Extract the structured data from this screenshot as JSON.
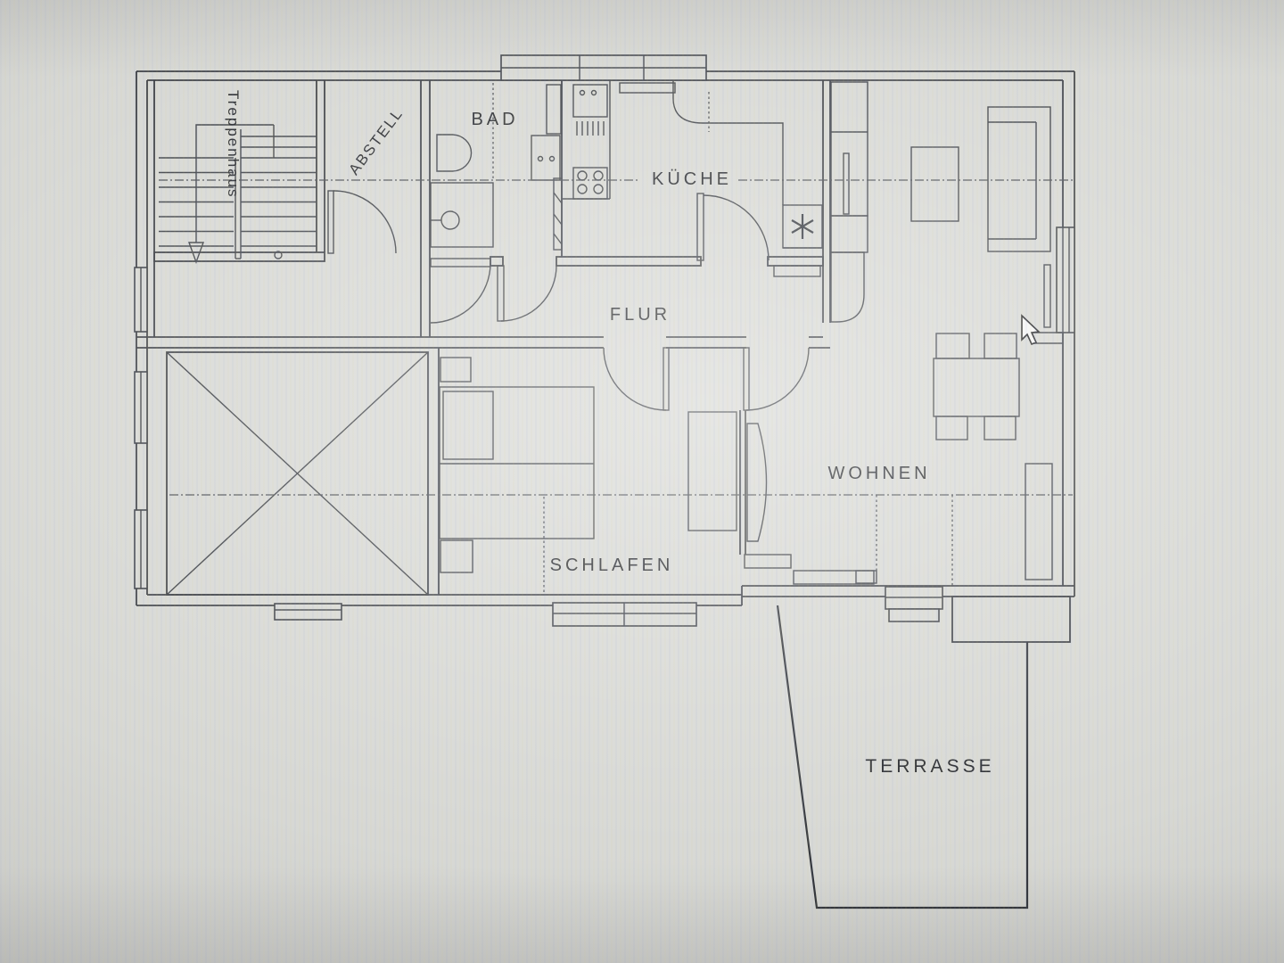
{
  "screen": {
    "description": "photo of a monitor showing an apartment floor plan",
    "background_color": "#d7d8d4",
    "line_color": "#3b3e43"
  },
  "floorplan": {
    "rooms": [
      {
        "id": "treppenhaus",
        "label": "Treppenhaus"
      },
      {
        "id": "abstell",
        "label": "ABSTELL"
      },
      {
        "id": "bad",
        "label": "BAD"
      },
      {
        "id": "kueche",
        "label": "KÜCHE"
      },
      {
        "id": "flur",
        "label": "FLUR"
      },
      {
        "id": "schlafen",
        "label": "SCHLAFEN"
      },
      {
        "id": "wohnen",
        "label": "WOHNEN"
      },
      {
        "id": "terrasse",
        "label": "TERRASSE"
      }
    ],
    "symbols": [
      {
        "id": "heater-symbol",
        "meaning": "asterisk star symbol in kitchen niche"
      },
      {
        "id": "stair-direction-arrow",
        "meaning": "arrow pointing down the stairs"
      },
      {
        "id": "mouse-cursor",
        "meaning": "white mouse pointer over living room window"
      }
    ]
  }
}
